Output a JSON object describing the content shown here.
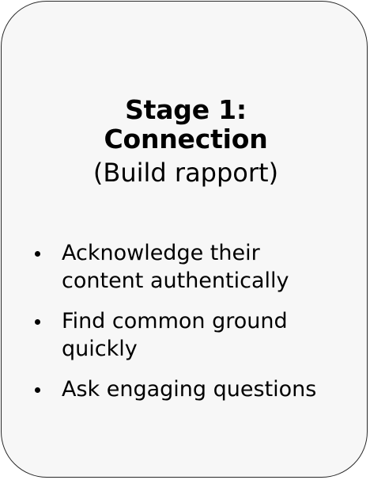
{
  "card": {
    "title_line1": "Stage 1:",
    "title_line2": "Connection",
    "subtitle": "(Build rapport)",
    "bullets": [
      "Acknowledge their\ncontent authentically",
      "Find common ground\nquickly",
      "Ask engaging questions"
    ]
  }
}
